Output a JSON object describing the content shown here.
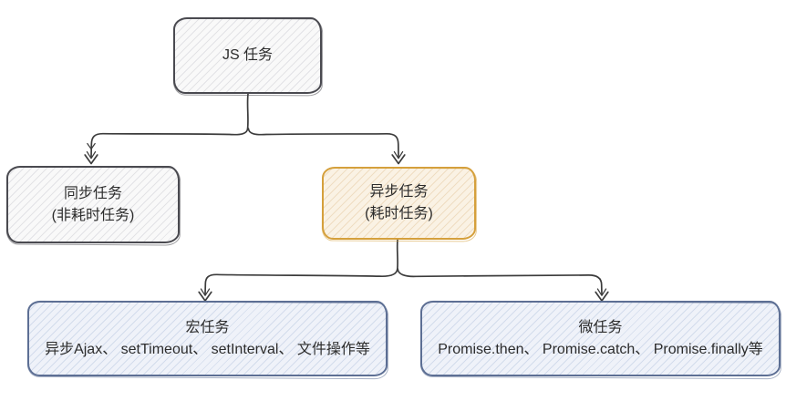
{
  "nodes": {
    "js_task": {
      "label": "JS 任务"
    },
    "sync_task": {
      "line1": "同步任务",
      "line2": "(非耗时任务)"
    },
    "async_task": {
      "line1": "异步任务",
      "line2": "(耗时任务)"
    },
    "macro_task": {
      "line1": "宏任务",
      "line2": "异步Ajax、 setTimeout、 setInterval、 文件操作等"
    },
    "micro_task": {
      "line1": "微任务",
      "line2": "Promise.then、 Promise.catch、 Promise.finally等"
    }
  },
  "edges": [
    {
      "from": "js_task",
      "to": "sync_task"
    },
    {
      "from": "js_task",
      "to": "async_task"
    },
    {
      "from": "async_task",
      "to": "macro_task"
    },
    {
      "from": "async_task",
      "to": "micro_task"
    }
  ],
  "colors": {
    "stroke": "#3c3c3c",
    "text": "#2c2c2c",
    "gray_border": "#4a4a50",
    "gray_bg": "#f9f9f9",
    "gray_hatch": "#e3e3e6",
    "orange_border": "#d5a03c",
    "orange_bg": "#faf2e4",
    "orange_hatch": "#efddc2",
    "blue_border": "#5d6f94",
    "blue_bg": "#eff2f9",
    "blue_hatch": "#d3dcec"
  }
}
